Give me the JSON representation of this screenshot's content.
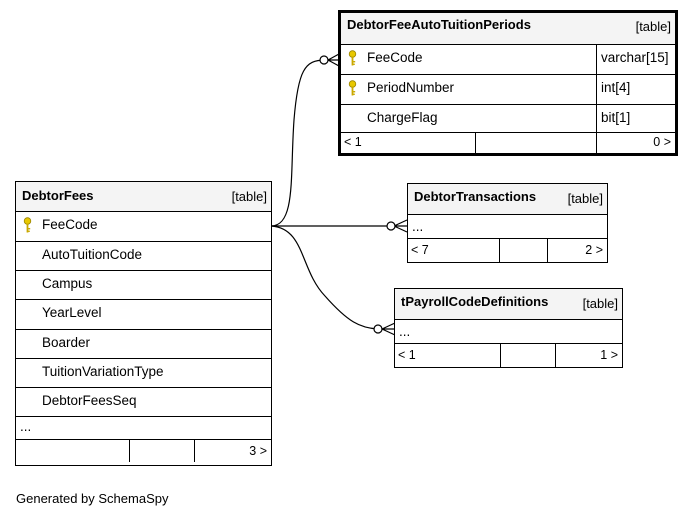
{
  "generated_by": "Generated by SchemaSpy",
  "tables": {
    "periods": {
      "name": "DebtorFeeAutoTuitionPeriods",
      "type_label": "[table]",
      "columns": [
        {
          "name": "FeeCode",
          "type": "varchar[15]",
          "key": true
        },
        {
          "name": "PeriodNumber",
          "type": "int[4]",
          "key": true
        },
        {
          "name": "ChargeFlag",
          "type": "bit[1]",
          "key": false
        }
      ],
      "footer": {
        "left": "< 1",
        "right": "0 >"
      }
    },
    "fees": {
      "name": "DebtorFees",
      "type_label": "[table]",
      "columns": [
        {
          "name": "FeeCode",
          "key": true
        },
        {
          "name": "AutoTuitionCode",
          "key": false
        },
        {
          "name": "Campus",
          "key": false
        },
        {
          "name": "YearLevel",
          "key": false
        },
        {
          "name": "Boarder",
          "key": false
        },
        {
          "name": "TuitionVariationType",
          "key": false
        },
        {
          "name": "DebtorFeesSeq",
          "key": false
        }
      ],
      "more": "...",
      "footer": {
        "left": "",
        "right": "3 >"
      }
    },
    "transactions": {
      "name": "DebtorTransactions",
      "type_label": "[table]",
      "more": "...",
      "footer": {
        "left": "< 7",
        "right": "2 >"
      }
    },
    "payroll": {
      "name": "tPayrollCodeDefinitions",
      "type_label": "[table]",
      "more": "...",
      "footer": {
        "left": "< 1",
        "right": "1 >"
      }
    }
  },
  "colors": {
    "header_bg": "#f4f4f4",
    "key_icon": "#e8c800",
    "line": "#000000"
  }
}
